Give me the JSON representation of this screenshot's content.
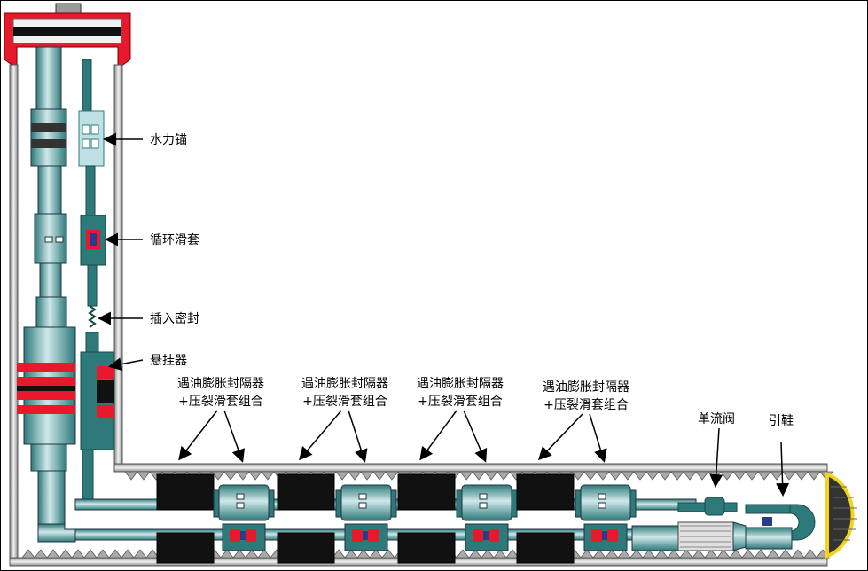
{
  "labels": {
    "hydraulic_anchor": "水力锚",
    "circulation_sleeve": "循环滑套",
    "insertion_seal": "插入密封",
    "hanger": "悬挂器",
    "check_valve": "单流阀",
    "guide_shoe": "引鞋"
  },
  "packer_assemblies": [
    {
      "line1": "遇油膨胀封隔器",
      "line2": "+压裂滑套组合"
    },
    {
      "line1": "遇油膨胀封隔器",
      "line2": "+压裂滑套组合"
    },
    {
      "line1": "遇油膨胀封隔器",
      "line2": "+压裂滑套组合"
    },
    {
      "line1": "遇油膨胀封隔器",
      "line2": "+压裂滑套组合"
    }
  ],
  "colors": {
    "tool_body": "#5fa6a6",
    "tool_dark": "#2e7a7a",
    "tool_light": "#bfe0e4",
    "casing": "#c8c8c8",
    "packer_rubber": "#111111",
    "seal_red": "#e8192c",
    "wellhead_red": "#e8192c",
    "shoe_yellow": "#f2d21a"
  }
}
